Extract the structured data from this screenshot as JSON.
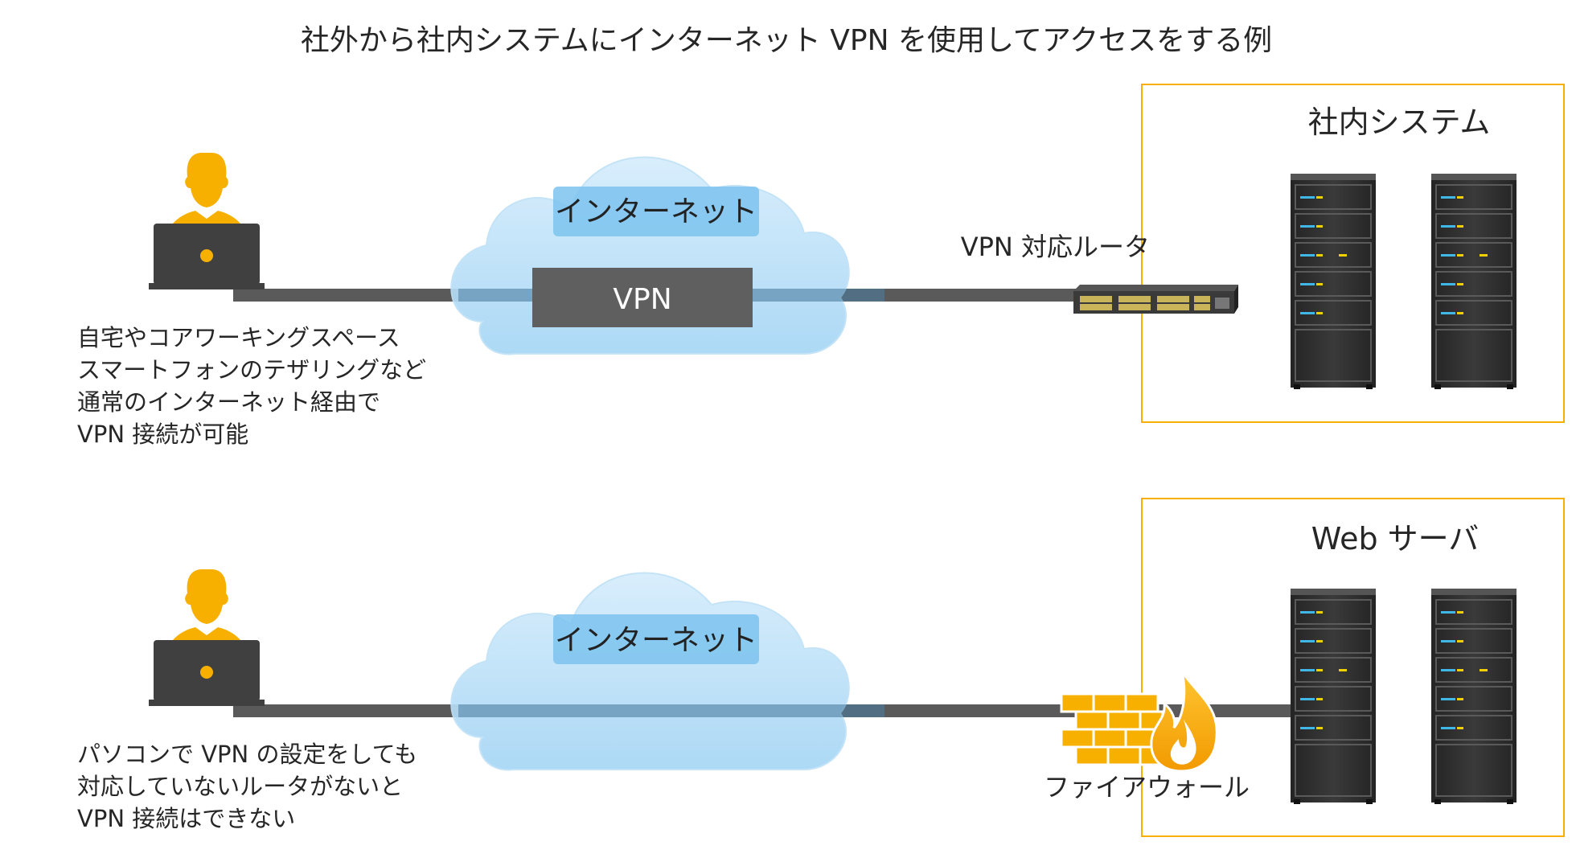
{
  "title": "社外から社内システムにインターネット VPN を使用してアクセスをする例",
  "top": {
    "cloud_label": "インターネット",
    "tunnel_label": "VPN",
    "router_label": "VPN 対応ルータ",
    "box_title": "社内システム",
    "description": [
      "自宅やコアワーキングスペース",
      "スマートフォンのテザリングなど",
      "通常のインターネット経由で",
      "VPN 接続が可能"
    ]
  },
  "bottom": {
    "cloud_label": "インターネット",
    "firewall_label": "ファイアウォール",
    "box_title": "Web サーバ",
    "description": [
      "パソコンで VPN の設定をしても",
      "対応していないルータがないと",
      "VPN 接続はできない"
    ]
  },
  "icons": {
    "user": "user-with-laptop-icon",
    "cloud": "cloud-icon",
    "router": "network-switch-icon",
    "firewall": "firewall-icon",
    "server": "server-rack-icon"
  },
  "colors": {
    "accent": "#F7B000",
    "line": "#5A5A5A",
    "cloud_light": "#CFE9FB",
    "cloud_mid": "#A9D8F6",
    "cloud_tag": "#7CC3EE",
    "vpn_box": "#5F5F5F",
    "server_body": "#2E2E2E",
    "server_led": "#3FB8E8",
    "server_led_yellow": "#F0D000"
  }
}
